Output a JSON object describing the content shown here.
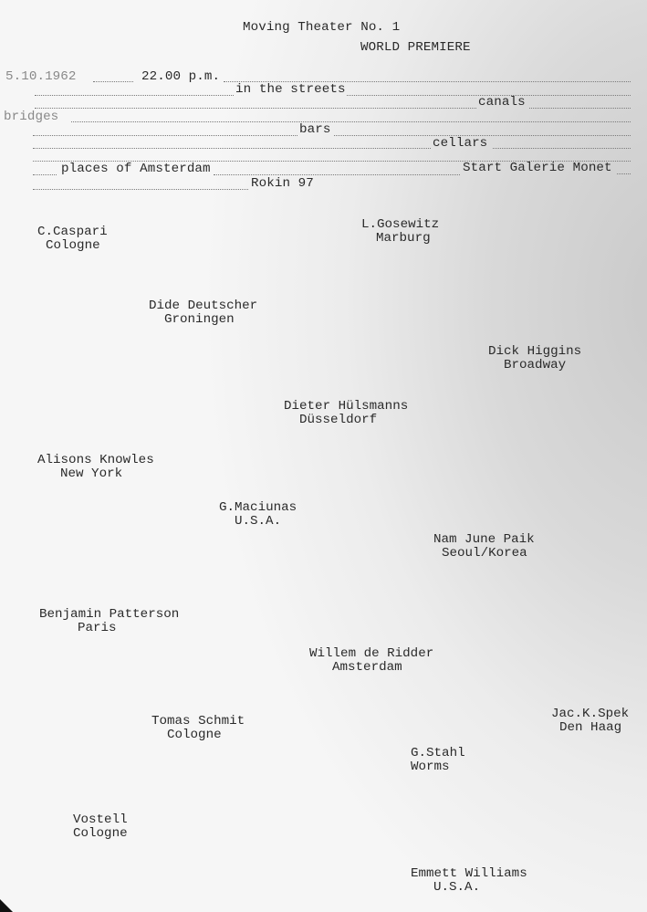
{
  "header": {
    "title": "Moving Theater No. 1",
    "subtitle": "WORLD PREMIERE"
  },
  "form": {
    "date": "5.10.1962",
    "time": "22.00 p.m.",
    "streets": "in the streets",
    "canals": "canals",
    "bridges": "bridges",
    "bars": "bars",
    "cellars": "cellars",
    "places": "places of Amsterdam",
    "start": "Start Galerie Monet",
    "address": "Rokin 97"
  },
  "artists": [
    {
      "name": "C.Caspari",
      "city": "Cologne"
    },
    {
      "name": "L.Gosewitz",
      "city": "Marburg"
    },
    {
      "name": "Dide Deutscher",
      "city": "Groningen"
    },
    {
      "name": "Dick Higgins",
      "city": "Broadway"
    },
    {
      "name": "Dieter Hülsmanns",
      "city": "Düsseldorf"
    },
    {
      "name": "Alisons Knowles",
      "city": "New York"
    },
    {
      "name": "G.Maciunas",
      "city": "U.S.A."
    },
    {
      "name": "Nam June Paik",
      "city": "Seoul/Korea"
    },
    {
      "name": "Benjamin Patterson",
      "city": "Paris"
    },
    {
      "name": "Willem de Ridder",
      "city": "Amsterdam"
    },
    {
      "name": "Jac.K.Spek",
      "city": "Den Haag"
    },
    {
      "name": "Tomas Schmit",
      "city": "Cologne"
    },
    {
      "name": "G.Stahl",
      "city": "Worms"
    },
    {
      "name": "Vostell",
      "city": "Cologne"
    },
    {
      "name": "Emmett Williams",
      "city": "U.S.A."
    }
  ]
}
